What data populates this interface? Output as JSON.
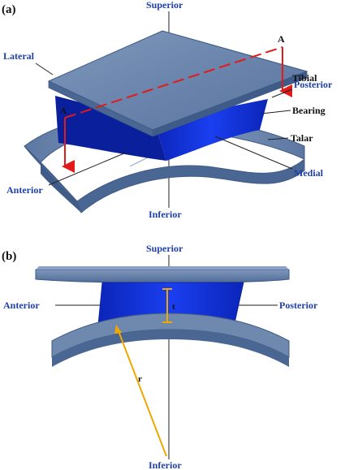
{
  "panel_a": {
    "tag": "(a)",
    "labels": {
      "superior": "Superior",
      "inferior": "Inferior",
      "lateral": "Lateral",
      "medial": "Medial",
      "anterior": "Anterior",
      "posterior": "Posterior",
      "tibial": "Tibial",
      "bearing": "Bearing",
      "talar": "Talar",
      "section_a_right": "A",
      "section_a_left": "A"
    }
  },
  "panel_b": {
    "tag": "(b)",
    "labels": {
      "superior": "Superior",
      "inferior": "Inferior",
      "anterior": "Anterior",
      "posterior": "Posterior",
      "thickness": "t",
      "radius": "r"
    }
  },
  "colors": {
    "plate_top": "#6b86ad",
    "plate_side": "#4a6793",
    "bearing": "#1436e0",
    "bearing_dark": "#0a1f9c",
    "section_line": "#e11a1a",
    "dimension": "#f0a800",
    "label_blue": "#1f3fa8"
  }
}
